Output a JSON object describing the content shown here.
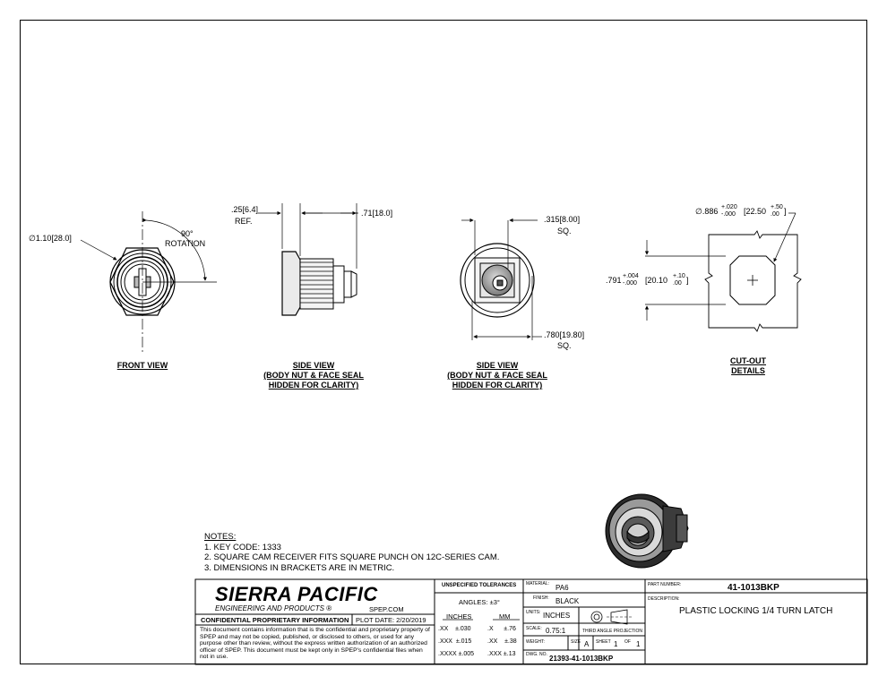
{
  "views": {
    "front": {
      "label": "FRONT VIEW",
      "dia": "1.10",
      "dia_mm": "28.0",
      "rot_deg": "90°",
      "rot_txt": "ROTATION"
    },
    "side1": {
      "label_l1": "SIDE VIEW",
      "label_l2": "(BODY NUT & FACE SEAL",
      "label_l3": "HIDDEN FOR CLARITY)",
      "d1": ".25",
      "d1_mm": "6.4",
      "d1_ref": "REF.",
      "d2": ".71",
      "d2_mm": "18.0"
    },
    "side2": {
      "label_l1": "SIDE VIEW",
      "label_l2": "(BODY NUT & FACE SEAL",
      "label_l3": "HIDDEN FOR CLARITY)",
      "top": ".315",
      "top_mm": "8.00",
      "top_sq": "SQ.",
      "bot": ".780",
      "bot_mm": "19.80",
      "bot_sq": "SQ."
    },
    "cutout": {
      "label_l1": "CUT-OUT",
      "label_l2": "DETAILS",
      "w": ".886",
      "w_tol_plus": "+.020",
      "w_tol_minus": "-.000",
      "w_mm": "22.50",
      "w_mm_plus": "+.50",
      "w_mm_minus": ".00",
      "h": ".791",
      "h_tol_plus": "+.004",
      "h_tol_minus": "-.000",
      "h_mm": "20.10",
      "h_mm_plus": "+.10",
      "h_mm_minus": ".00"
    }
  },
  "notes": {
    "header": "NOTES:",
    "items": [
      "1.  KEY CODE: 1333",
      "2.  SQUARE CAM RECEIVER FITS SQUARE PUNCH ON 12C-SERIES CAM.",
      "3.  DIMENSIONS IN BRACKETS ARE IN METRIC."
    ]
  },
  "title_block": {
    "company": "SIERRA PACIFIC",
    "company_sub": "ENGINEERING AND PRODUCTS",
    "website": "SPEP.COM",
    "confidential": "CONFIDENTIAL PROPRIETARY INFORMATION",
    "plot_date": "PLOT DATE:  2/20/2019",
    "disclaimer": "This document contains information that is the confidential and proprietary property of SPEP and may not be copied, published, or disclosed to others, or used for any purpose  other than review, without the express written authorization of an authorized officer of SPEP. This document must be kept only in SPEP's confidential files when not in use.",
    "tol_header": "UNSPECIFIED TOLERANCES",
    "angles": "ANGLES: ±3°",
    "inches": "INCHES",
    "mm": "MM",
    "tol_rows": [
      [
        ".XX",
        "±.030",
        ".X",
        "±.76"
      ],
      [
        ".XXX",
        "±.015",
        ".XX",
        "±.38"
      ],
      [
        ".XXXX",
        "±.005",
        ".XXX",
        "±.13"
      ]
    ],
    "material_lbl": "MATERIAL:",
    "material": "PA6",
    "finish_lbl": "FINISH:",
    "finish": "BLACK",
    "units_lbl": "UNITS:",
    "units": "INCHES",
    "scale_lbl": "SCALE:",
    "scale": "0.75:1",
    "projection": "THIRD ANGLE PROJECTION",
    "weight_lbl": "WEIGHT:",
    "size_lbl": "SIZE",
    "size": "A",
    "sheet_lbl": "SHEET",
    "sheet": "1",
    "of_lbl": "OF",
    "of": "1",
    "dwg_lbl": "DWG. NO.",
    "dwg": "21393-41-1013BKP",
    "part_lbl": "PART NUMBER:",
    "part": "41-1013BKP",
    "desc_lbl": "DESCRIPTION:",
    "desc": "PLASTIC LOCKING 1/4 TURN LATCH"
  }
}
